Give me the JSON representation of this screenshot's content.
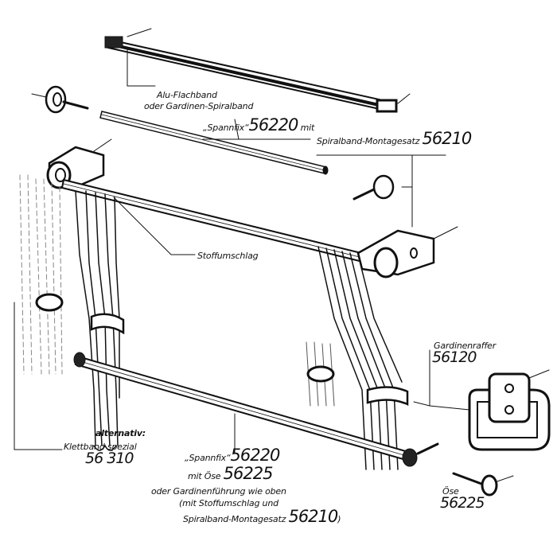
{
  "labels": {
    "alu_flachband": "Alu-Flachband",
    "oder_spiralband": "oder Gardinen-Spiralband",
    "spannfix_top": "„Spannfix“",
    "spannfix_top_number": "56220",
    "spannfix_top_mit": "mit",
    "montagesatz_top": "Spiralband-Montagesatz",
    "montagesatz_top_number": "56210",
    "stoffumschlag": "Stoffumschlag",
    "gardinenraffer": "Gardinenraffer",
    "gardinenraffer_number": "56120",
    "alternativ": "alternativ:",
    "klettband": "Klettband spezial",
    "klettband_number": "56 310",
    "spannfix_bottom": "„Spannfix“",
    "spannfix_bottom_number": "56220",
    "mit_oese": "mit Öse",
    "mit_oese_number": "56225",
    "oder_fuehrung": "oder Gardinenführung wie oben",
    "mit_stoffumschlag": "(mit Stoffumschlag und",
    "montagesatz_bottom": "Spiralband-Montagesatz",
    "montagesatz_bottom_number": "56210",
    "montagesatz_bottom_close": ")",
    "oese": "Öse",
    "oese_number": "56225"
  }
}
